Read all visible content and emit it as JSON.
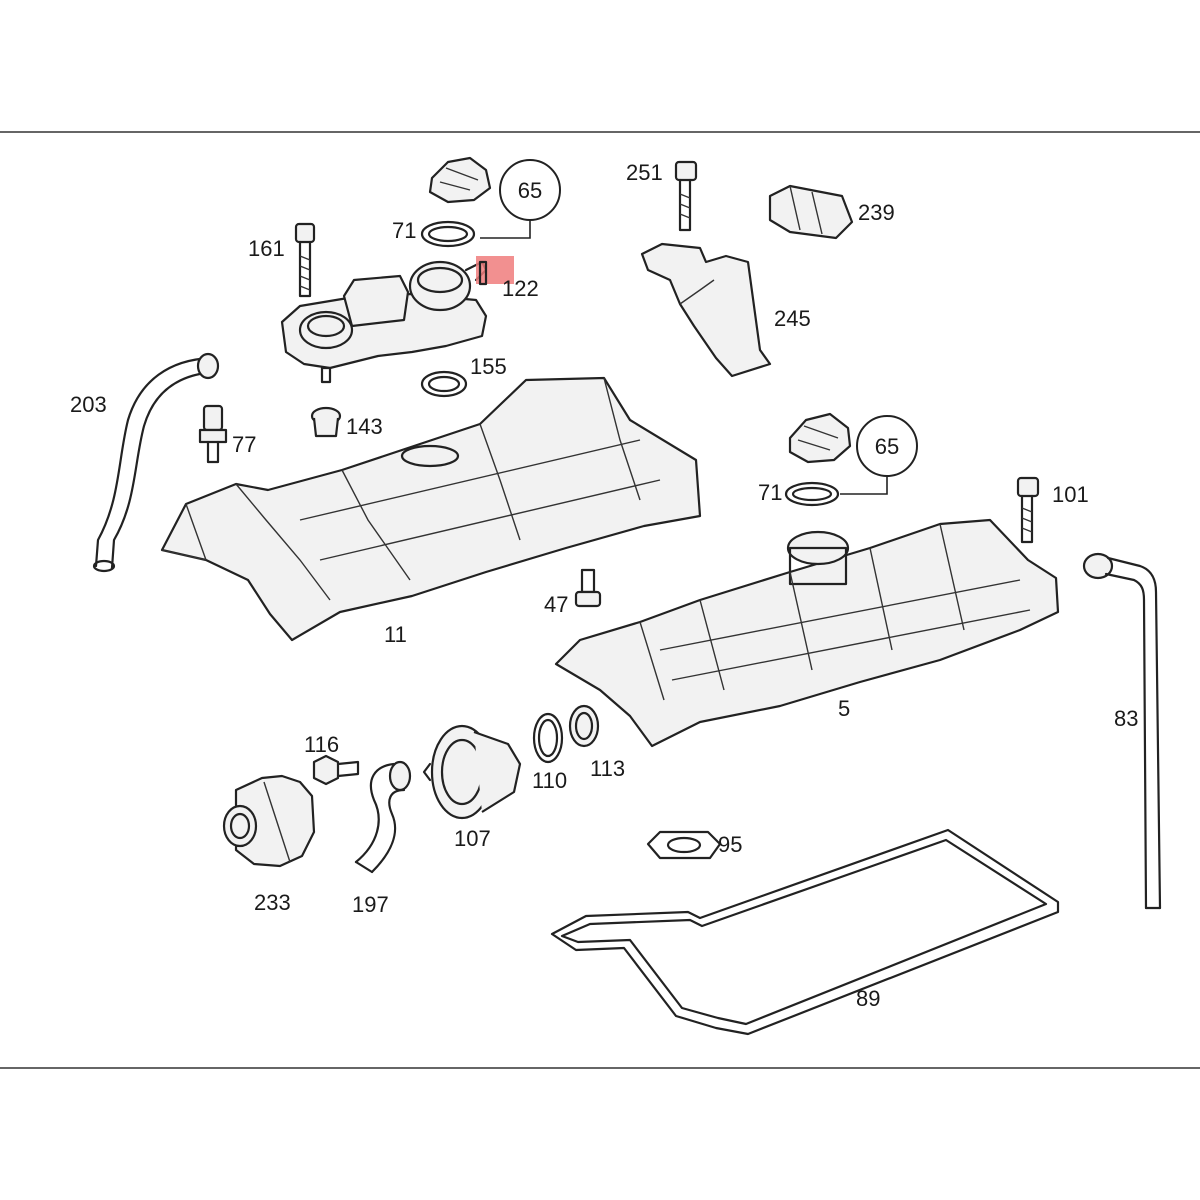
{
  "highlight_color": "#f07c7c",
  "labels": {
    "p65a": "65",
    "p71a": "71",
    "p161": "161",
    "p122": "122",
    "p155": "155",
    "p203": "203",
    "p77": "77",
    "p143": "143",
    "p251": "251",
    "p239": "239",
    "p245": "245",
    "p65b": "65",
    "p71b": "71",
    "p101": "101",
    "p47": "47",
    "p11": "11",
    "p5": "5",
    "p83": "83",
    "p116": "116",
    "p110": "110",
    "p113": "113",
    "p107": "107",
    "p95": "95",
    "p233": "233",
    "p197": "197",
    "p89": "89"
  }
}
